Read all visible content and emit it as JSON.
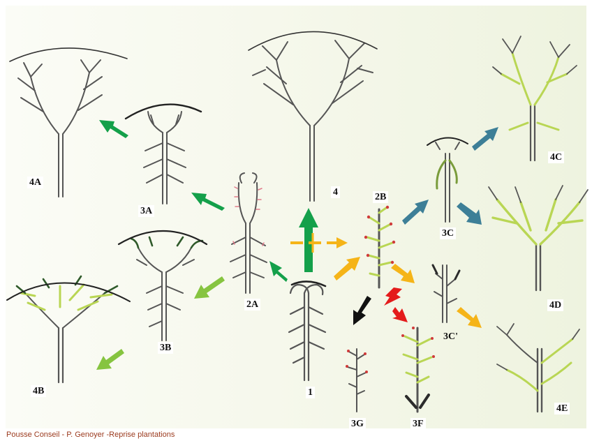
{
  "labels": {
    "l1": "1",
    "l2A": "2A",
    "l2B": "2B",
    "l3A": "3A",
    "l3B": "3B",
    "l3C": "3C",
    "l3Cp": "3C'",
    "l3F": "3F",
    "l3G": "3G",
    "l4": "4",
    "l4A": "4A",
    "l4B": "4B",
    "l4C": "4C",
    "l4D": "4D",
    "l4E": "4E"
  },
  "credit": "Pousse Conseil - P. Genoyer -Reprise plantations",
  "colors": {
    "green_arrow": "#14a04a",
    "light_green_arrow": "#86c440",
    "orange_arrow": "#f5b418",
    "teal_arrow": "#3d7f97",
    "red_arrow": "#e41b1b",
    "black_arrow": "#111111",
    "trunk": "#555555",
    "leaf_green": "#c7db5a",
    "bud_red": "#d03a3a"
  }
}
